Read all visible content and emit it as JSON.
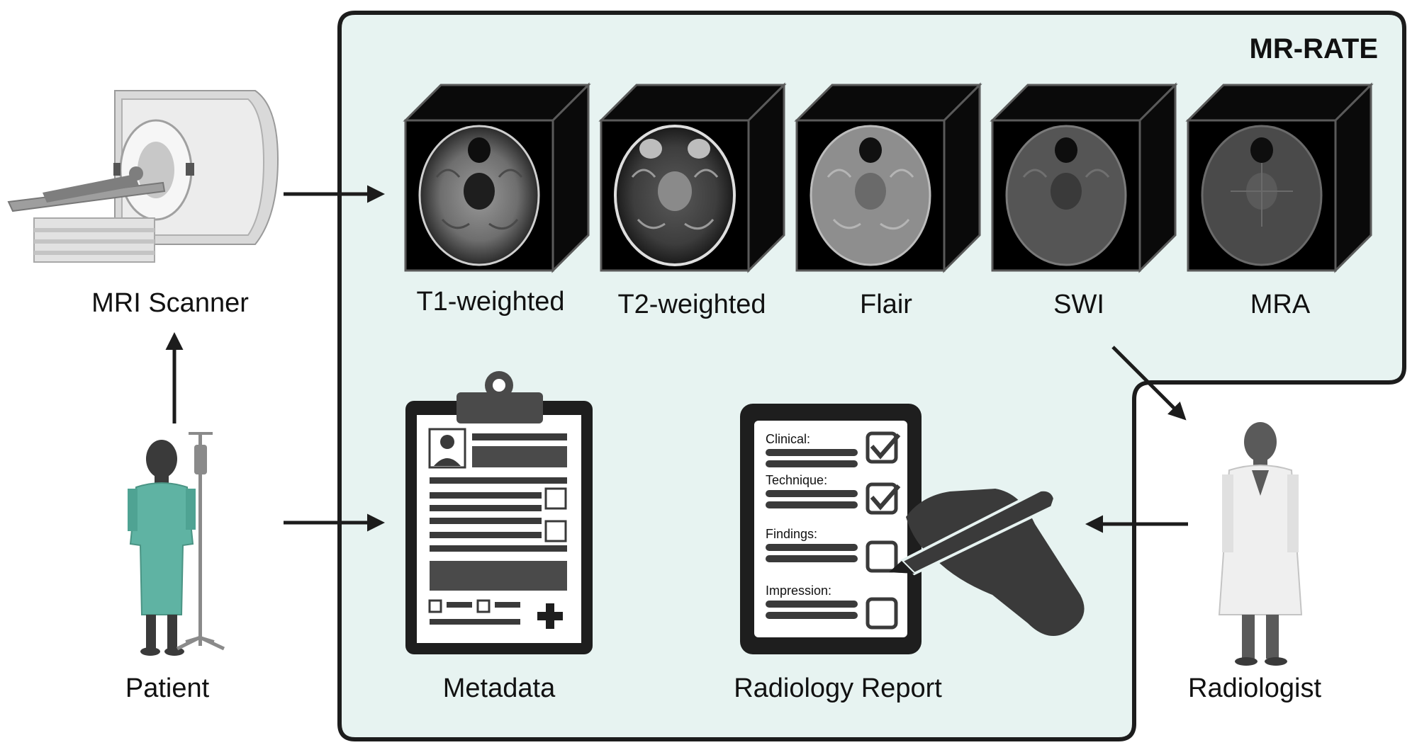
{
  "system": {
    "title": "MR-RATE"
  },
  "actors": {
    "scanner": "MRI Scanner",
    "patient": "Patient",
    "radiologist": "Radiologist"
  },
  "sequences": [
    {
      "label": "T1-weighted"
    },
    {
      "label": "T2-weighted"
    },
    {
      "label": "Flair"
    },
    {
      "label": "SWI"
    },
    {
      "label": "MRA"
    }
  ],
  "artifacts": {
    "metadata": "Metadata",
    "report": "Radiology Report"
  },
  "report_fields": [
    "Clinical:",
    "Technique:",
    "Findings:",
    "Impression:"
  ],
  "colors": {
    "panel_fill": "#e7f3f1",
    "panel_stroke": "#1c1c1c",
    "gown": "#5fb3a3",
    "dark": "#3a3a3a",
    "scanner": "#d6d6d6"
  }
}
